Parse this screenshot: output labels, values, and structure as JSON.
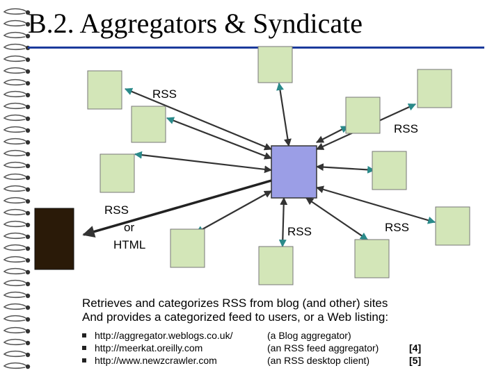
{
  "slide": {
    "title": "B.2. Aggregators & Syndicate"
  },
  "diagram": {
    "labels": {
      "rss_left": "RSS",
      "rss_right": "RSS",
      "rss_or": "RSS",
      "or": "or",
      "html": "HTML",
      "rss_bottom_center": "RSS",
      "rss_bottom_right": "RSS"
    },
    "colors": {
      "site_box": "#d3e6b8",
      "aggregator_box": "#9b9ee6",
      "display_box": "#2a1a08",
      "arrow_head": "#2a8a8a",
      "title_rule": "#1a3a9c"
    }
  },
  "body": {
    "line1": "Retrieves and categorizes RSS from blog (and other) sites",
    "line2": "And provides a categorized feed to users, or a Web listing:"
  },
  "examples": [
    {
      "url": "http://aggregator.weblogs.co.uk/",
      "note": "(a Blog aggregator)",
      "ref": ""
    },
    {
      "url": "http://meerkat.oreilly.com",
      "note": "(an RSS feed aggregator)",
      "ref": "[4]"
    },
    {
      "url": "http://www.newzcrawler.com",
      "note": "(an RSS desktop client)",
      "ref": "[5]"
    }
  ]
}
